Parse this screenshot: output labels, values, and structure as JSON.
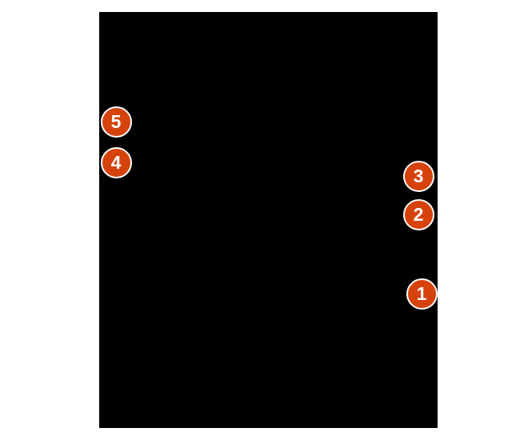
{
  "page": {
    "background_color": "#ffffff"
  },
  "screenshot": {
    "description": "blank black screenshot content area",
    "background_color": "#000000"
  },
  "annotations": {
    "badge_fill_color": "#d5420c",
    "badge_border_color": "#ffffff",
    "badge_number_color": "#ffffff",
    "badges": [
      {
        "label": "1"
      },
      {
        "label": "2"
      },
      {
        "label": "3"
      },
      {
        "label": "4"
      },
      {
        "label": "5"
      }
    ]
  }
}
